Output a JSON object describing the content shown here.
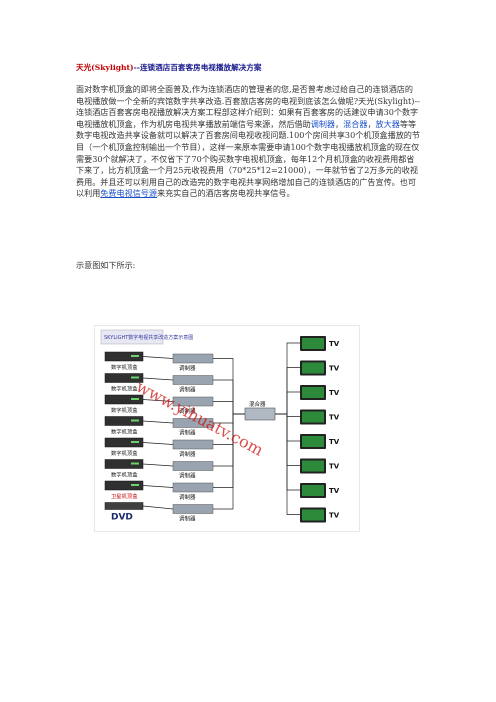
{
  "title": {
    "lead": "天光(Skylight)",
    "rest": "--连锁酒店百套客房电视播放解决方案"
  },
  "paragraph": {
    "part1": "面对数字机顶盒的即将全面普及,作为连锁酒店的管理者的您,是否曾考虑过给自己的连锁酒店的电视播放做一个全新的宾馆数字共享改造.百套旅店客房的电视到底该怎么做呢?天光(Skylight)--连锁酒店百套客房电视播放解决方案工程部这样介绍到：如果有百套客房的话建议申请30个数字电视播放机顶盒，作为机房电视共享播放前端信号来源，然后借助",
    "link_tiaozhiqi": "调制器",
    "comma1": "，",
    "link_hunheqi": "混合器",
    "comma2": "，",
    "link_fangdaqi": "放大器",
    "part2": "等等数字电视改造共享设备就可以解决了百套房间电视收视问题.100个房间共享30个机顶盒播放的节目（一个机顶盒控制输出一个节目），这样一来原本需要申请100个数字电视播放机顶盒的现在仅需要30个就解决了，不仅省下了70个购买数字电视机顶盒，每年12个月机顶盒的收视费用都省下来了，比方机顶盒一个月25元收视费用（70*25*12=21000），一年就节省了2万多元的收视费用。并且还可以利用自己的改造完的数字电视共享网络增加自己的连锁酒店的广告宣传。也可以利用",
    "link_free": "免费电视信号源",
    "part3": "来充实自己的酒店客房电视共享信号。"
  },
  "caption": "示意图如下所示:",
  "diagram": {
    "banner": "SKYLIGHT数字电视共享改造方案示意图",
    "sources": [
      "数字机顶盒",
      "数字机顶盒",
      "数字机顶盒",
      "数字机顶盒",
      "数字机顶盒",
      "数字机顶盒",
      "卫星机顶盒"
    ],
    "dvd": "DVD",
    "modulators": [
      "调制器",
      "调制器",
      "调制器",
      "调制器",
      "调制器",
      "调制器",
      "调制器",
      "调制器"
    ],
    "mixer": "混合器",
    "tv_label": "TV",
    "tv_count": 8,
    "watermark": "www.yihuatv.com",
    "colors": {
      "modulator": "#9aa4b0",
      "line": "#222222",
      "tv_screen": "#2d8a3a",
      "banner": "#3a3aa0",
      "watermark": "#cc1111",
      "sat_text": "#cc0000",
      "dvd": "#1a2a6c"
    }
  }
}
